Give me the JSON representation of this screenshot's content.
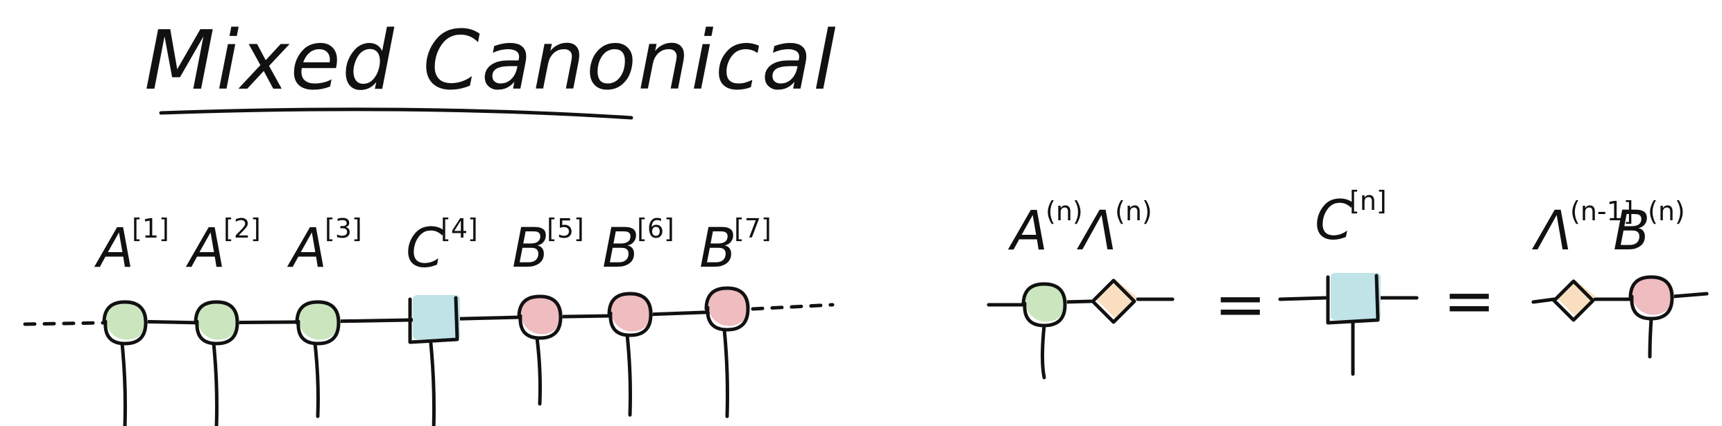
{
  "title": "Mixed Canonical",
  "colors": {
    "ink": "#111111",
    "left_canonical": "#cbe6bf",
    "right_canonical": "#efbcc0",
    "center": "#bfe3e6",
    "singular_values": "#f9dfbf"
  },
  "chain": {
    "tensors": [
      {
        "base": "A",
        "index": "[1]",
        "shape": "circle",
        "fill_key": "left_canonical"
      },
      {
        "base": "A",
        "index": "[2]",
        "shape": "circle",
        "fill_key": "left_canonical"
      },
      {
        "base": "A",
        "index": "[3]",
        "shape": "circle",
        "fill_key": "left_canonical"
      },
      {
        "base": "C",
        "index": "[4]",
        "shape": "square",
        "fill_key": "center"
      },
      {
        "base": "B",
        "index": "[5]",
        "shape": "circle",
        "fill_key": "right_canonical"
      },
      {
        "base": "B",
        "index": "[6]",
        "shape": "circle",
        "fill_key": "right_canonical"
      },
      {
        "base": "B",
        "index": "[7]",
        "shape": "circle",
        "fill_key": "right_canonical"
      }
    ]
  },
  "identity": {
    "lhs": [
      {
        "base": "A",
        "index": "(n)",
        "shape": "circle",
        "fill_key": "left_canonical"
      },
      {
        "base": "Λ",
        "index": "(n)",
        "shape": "diamond",
        "fill_key": "singular_values"
      }
    ],
    "eq1": "=",
    "middle": {
      "base": "C",
      "index": "[n]",
      "shape": "square",
      "fill_key": "center"
    },
    "eq2": "=",
    "rhs": [
      {
        "base": "Λ",
        "index": "(n-1]",
        "shape": "diamond",
        "fill_key": "singular_values"
      },
      {
        "base": "B",
        "index": "(n)",
        "shape": "circle",
        "fill_key": "right_canonical"
      }
    ]
  }
}
